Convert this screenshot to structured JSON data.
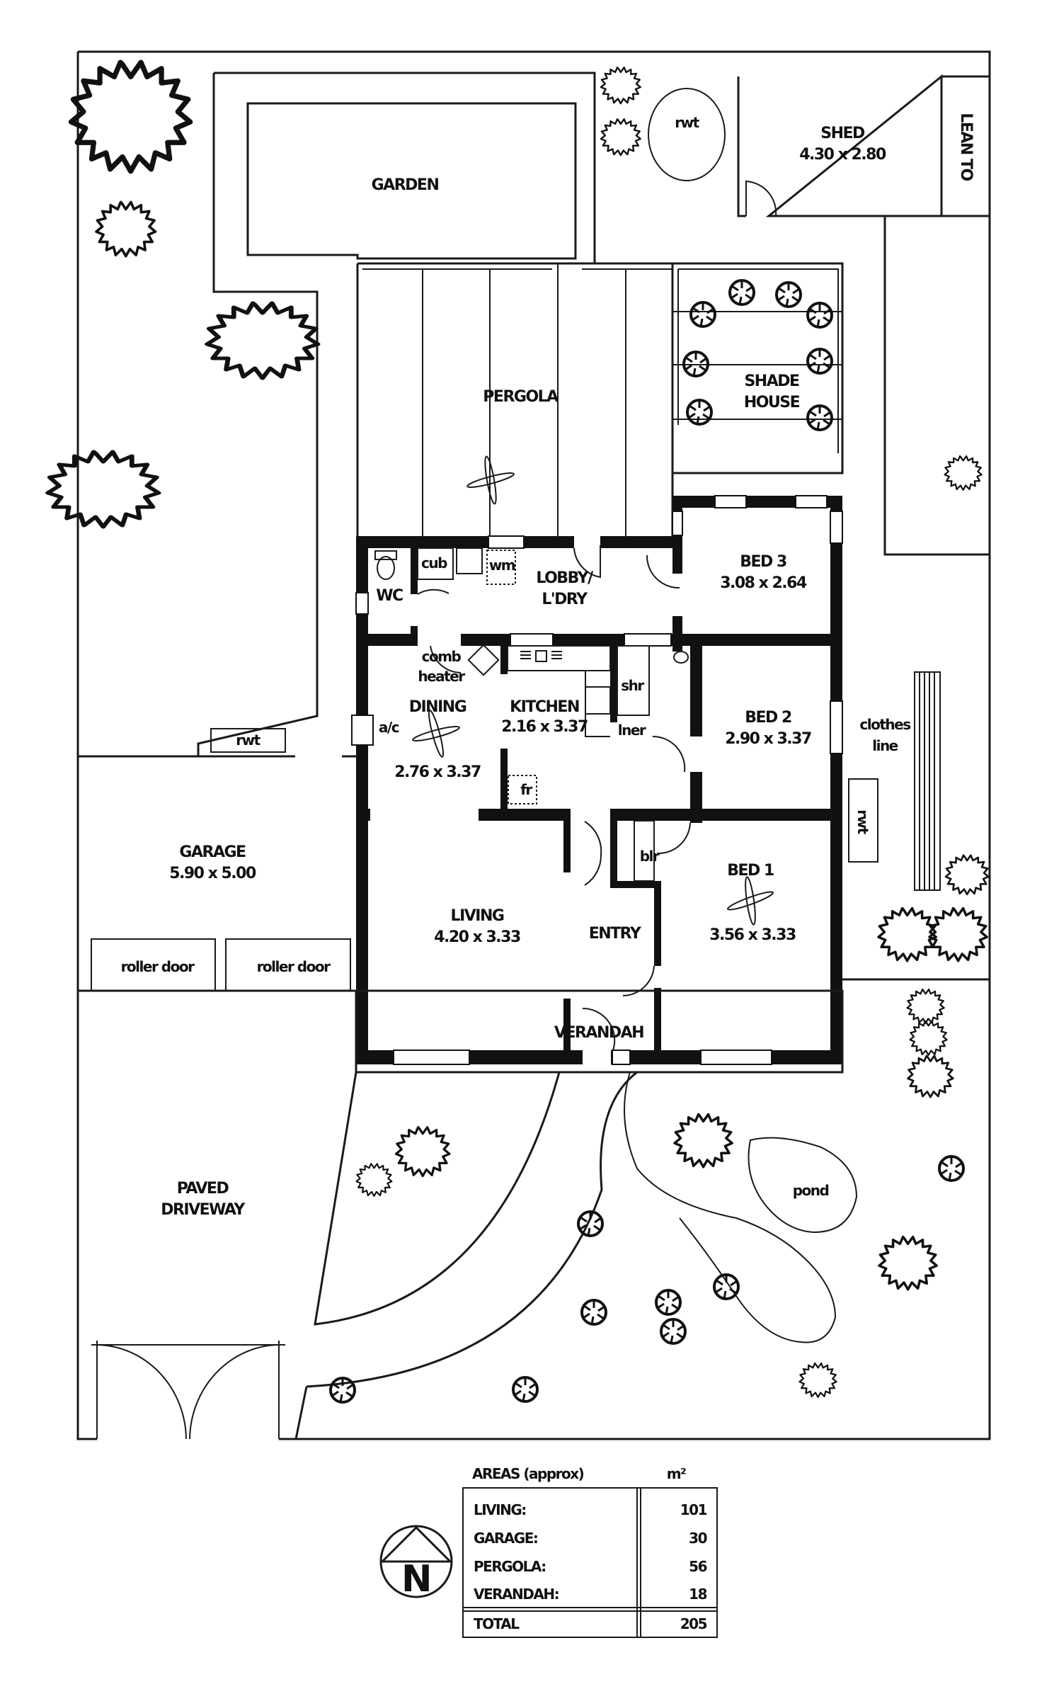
{
  "site": {
    "garden": "GARDEN",
    "rwt_top": "rwt",
    "shed": {
      "name": "SHED",
      "size": "4.30 x 2.80"
    },
    "lean_to": "LEAN TO",
    "pergola": "PERGOLA",
    "shade_house": [
      "SHADE",
      "HOUSE"
    ],
    "rwt_left": "rwt",
    "rwt_right": "rwt",
    "clothes_line": [
      "clothes",
      "line"
    ],
    "garage": {
      "name": "GARAGE",
      "size": "5.90 x 5.00"
    },
    "roller_door_1": "roller door",
    "roller_door_2": "roller door",
    "verandah": "VERANDAH",
    "driveway": [
      "PAVED",
      "DRIVEWAY"
    ],
    "pond": "pond"
  },
  "rooms": {
    "wc": "WC",
    "cub": "cub",
    "wm": "wm",
    "lobby": [
      "LOBBY/",
      "L'DRY"
    ],
    "bed3": {
      "name": "BED 3",
      "size": "3.08 x 2.64"
    },
    "comb_heater": [
      "comb",
      "heater"
    ],
    "dining": {
      "name": "DINING",
      "size": "2.76 x 3.37"
    },
    "ac": "a/c",
    "kitchen": {
      "name": "KITCHEN",
      "size": "2.16 x 3.37"
    },
    "shr": "shr",
    "lnr": "lner",
    "fr": "fr",
    "bed2": {
      "name": "BED 2",
      "size": "2.90 x 3.37"
    },
    "living": {
      "name": "LIVING",
      "size": "4.20 x 3.33"
    },
    "blr": "blr",
    "entry": "ENTRY",
    "bed1": {
      "name": "BED 1",
      "size": "3.56 x 3.33"
    }
  },
  "areas": {
    "title": "AREAS (approx)",
    "unit": "m²",
    "rows": [
      {
        "label": "LIVING:",
        "value": "101"
      },
      {
        "label": "GARAGE:",
        "value": "30"
      },
      {
        "label": "PERGOLA:",
        "value": "56"
      },
      {
        "label": "VERANDAH:",
        "value": "18"
      }
    ],
    "total": {
      "label": "TOTAL",
      "value": "205"
    }
  },
  "north_arrow": {
    "letter": "N"
  }
}
